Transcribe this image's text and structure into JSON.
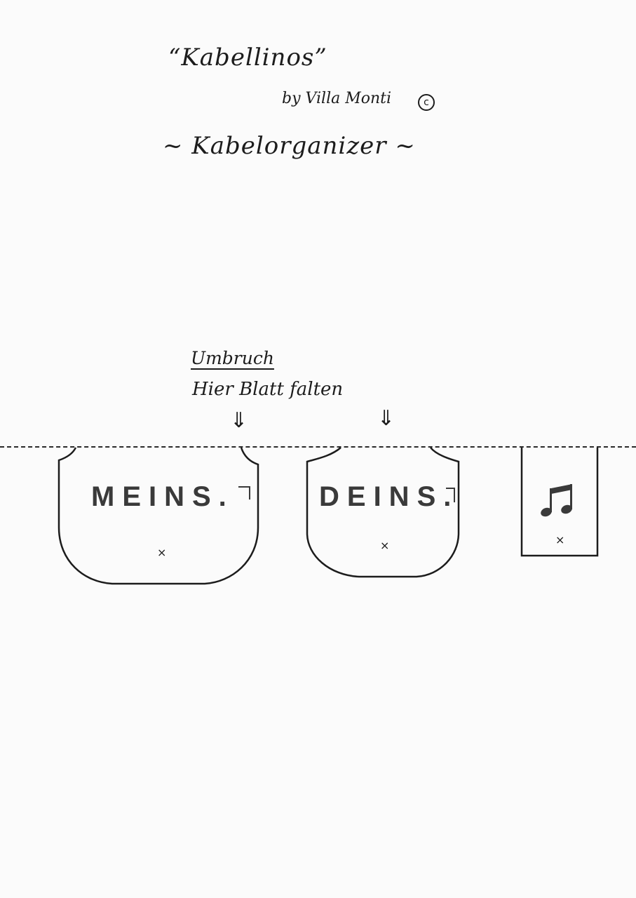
{
  "header": {
    "title": "“Kabellinos”",
    "byline": "by Villa Monti",
    "copyright_symbol": "c",
    "subtitle": "~ Kabelorganizer ~"
  },
  "fold": {
    "heading": "Umbruch",
    "instruction": "Hier Blatt falten",
    "arrow_glyph": "⇓"
  },
  "cutouts": {
    "mine_label": "MEINS.",
    "yours_label": "DEINS.",
    "mark_glyph": "×"
  },
  "colors": {
    "paper": "#fbfbfb",
    "ink": "#1c1c1c",
    "stamp_ink": "#3a3a3a"
  }
}
